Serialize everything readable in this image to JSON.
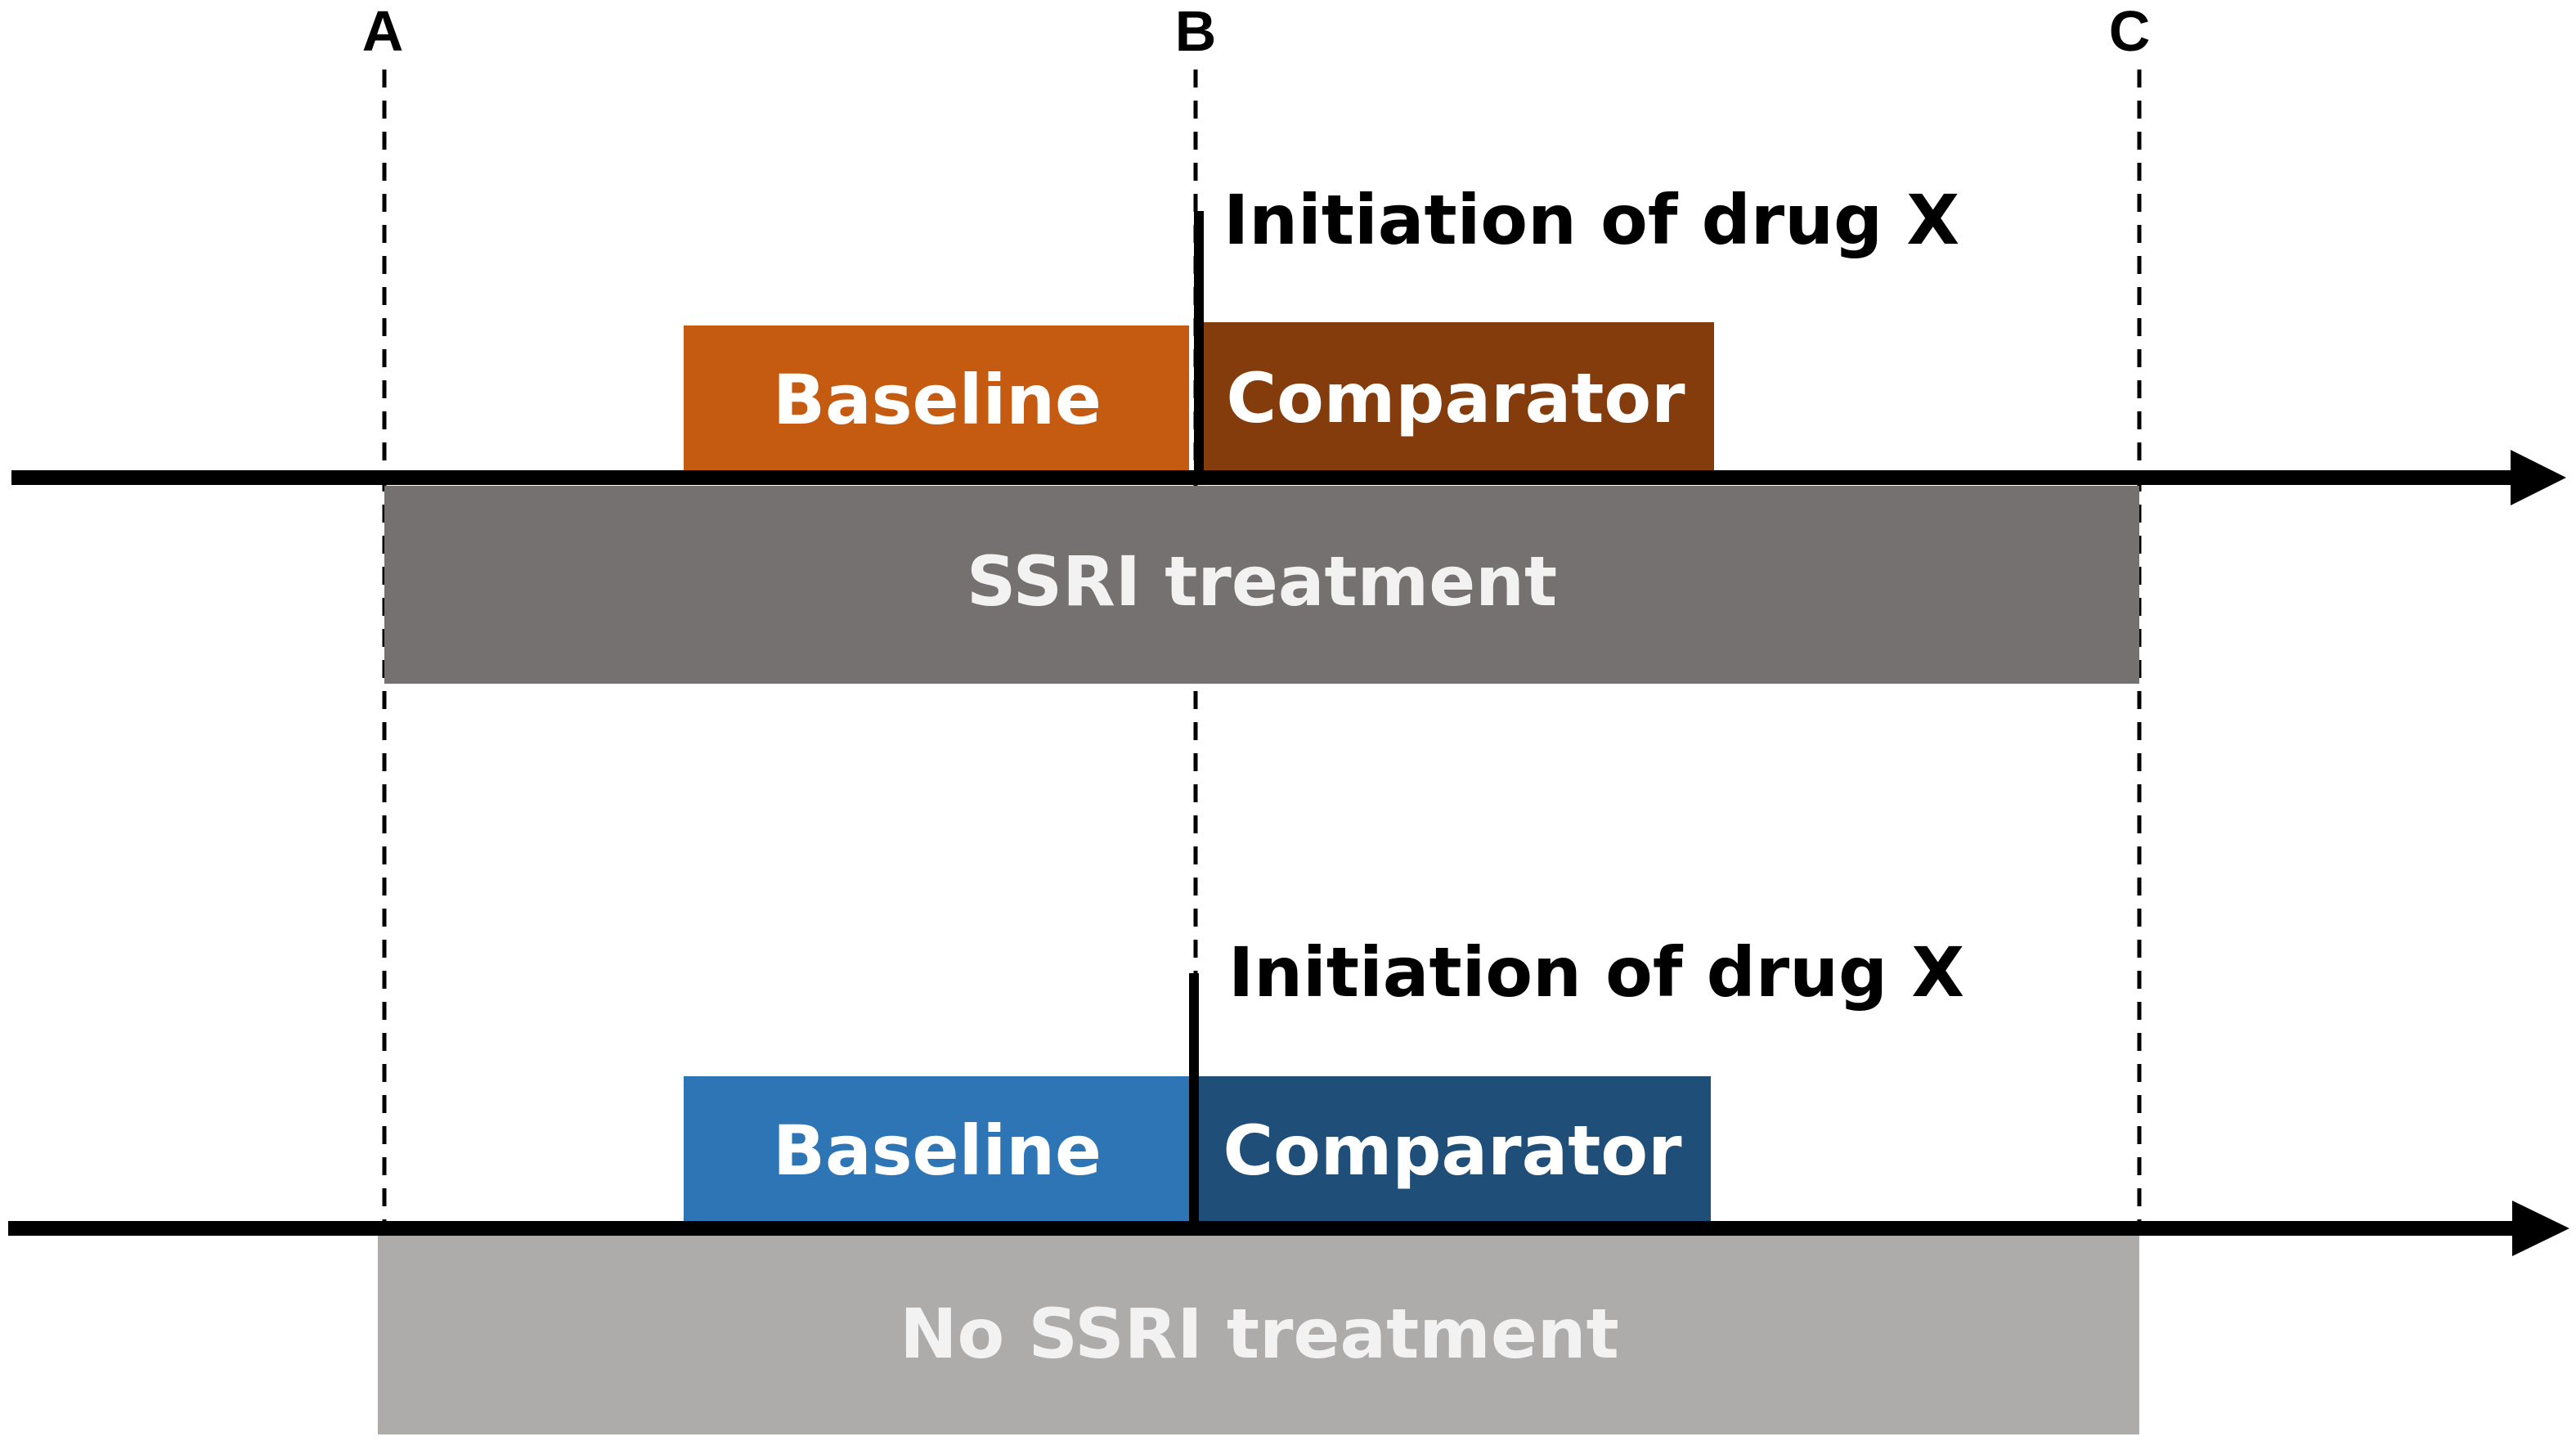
{
  "markers": {
    "a": "A",
    "b": "B",
    "c": "C"
  },
  "top_panel": {
    "initiation_label": "Initiation of drug X",
    "baseline_label": "Baseline",
    "comparator_label": "Comparator",
    "treatment_label": "SSRI treatment"
  },
  "bottom_panel": {
    "initiation_label": "Initiation of drug X",
    "baseline_label": "Baseline",
    "comparator_label": "Comparator",
    "treatment_label": "No SSRI treatment"
  },
  "colors": {
    "top_baseline": "#C55A11",
    "top_comparator": "#843C0C",
    "top_treatment": "#767171",
    "bottom_baseline": "#2E75B6",
    "bottom_comparator": "#1F4E79",
    "bottom_treatment": "#AEABAB",
    "treatment_text_top": "#F2F2F2",
    "treatment_text_bottom": "#F2F2F2",
    "axis": "#000000"
  }
}
